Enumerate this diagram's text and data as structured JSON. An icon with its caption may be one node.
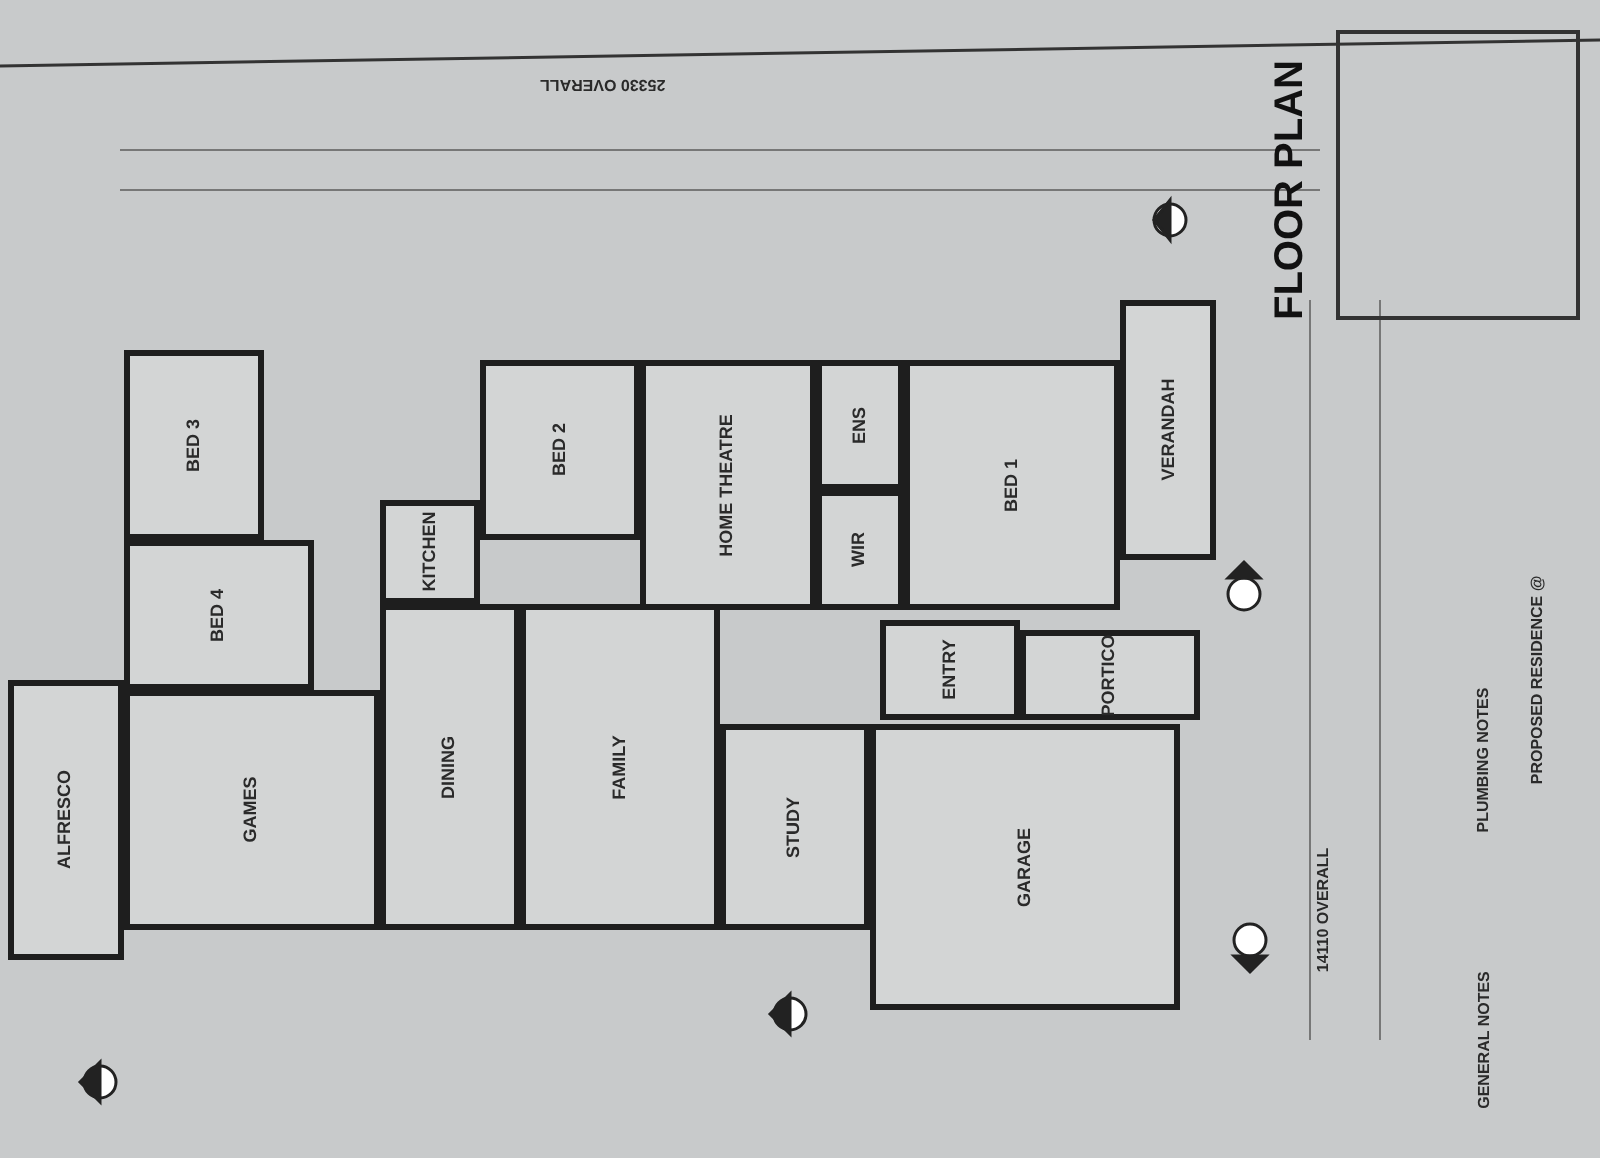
{
  "diagram": {
    "title": "FLOOR PLAN",
    "nodes": [
      {
        "text": [
          "BED 3"
        ]
      },
      {
        "text": [
          "BED 4"
        ]
      },
      {
        "text": [
          "GAMES"
        ]
      },
      {
        "text": [
          "KITCHEN"
        ]
      },
      {
        "text": [
          "DINING"
        ]
      },
      {
        "text": [
          "BED 2"
        ]
      },
      {
        "text": [
          "FAMILY"
        ]
      },
      {
        "text": [
          "HOME THEATRE"
        ]
      },
      {
        "text": [
          "ENS"
        ]
      },
      {
        "text": [
          "WIR"
        ]
      },
      {
        "text": [
          "BED 1"
        ]
      },
      {
        "text": [
          "VERANDAH"
        ]
      },
      {
        "text": [
          "ENTRY"
        ]
      },
      {
        "text": [
          "PORTICO"
        ]
      },
      {
        "text": [
          "STUDY"
        ]
      },
      {
        "text": [
          "GARAGE"
        ]
      },
      {
        "text": [
          "ALFRESCO"
        ]
      },
      {
        "text": [],
        "shape": "box"
      }
    ],
    "labels": [
      "25330 OVERALL",
      "14110 OVERALL",
      "PROPOSED RESIDENCE @",
      "GENERAL NOTES",
      "PLUMBING NOTES"
    ]
  }
}
